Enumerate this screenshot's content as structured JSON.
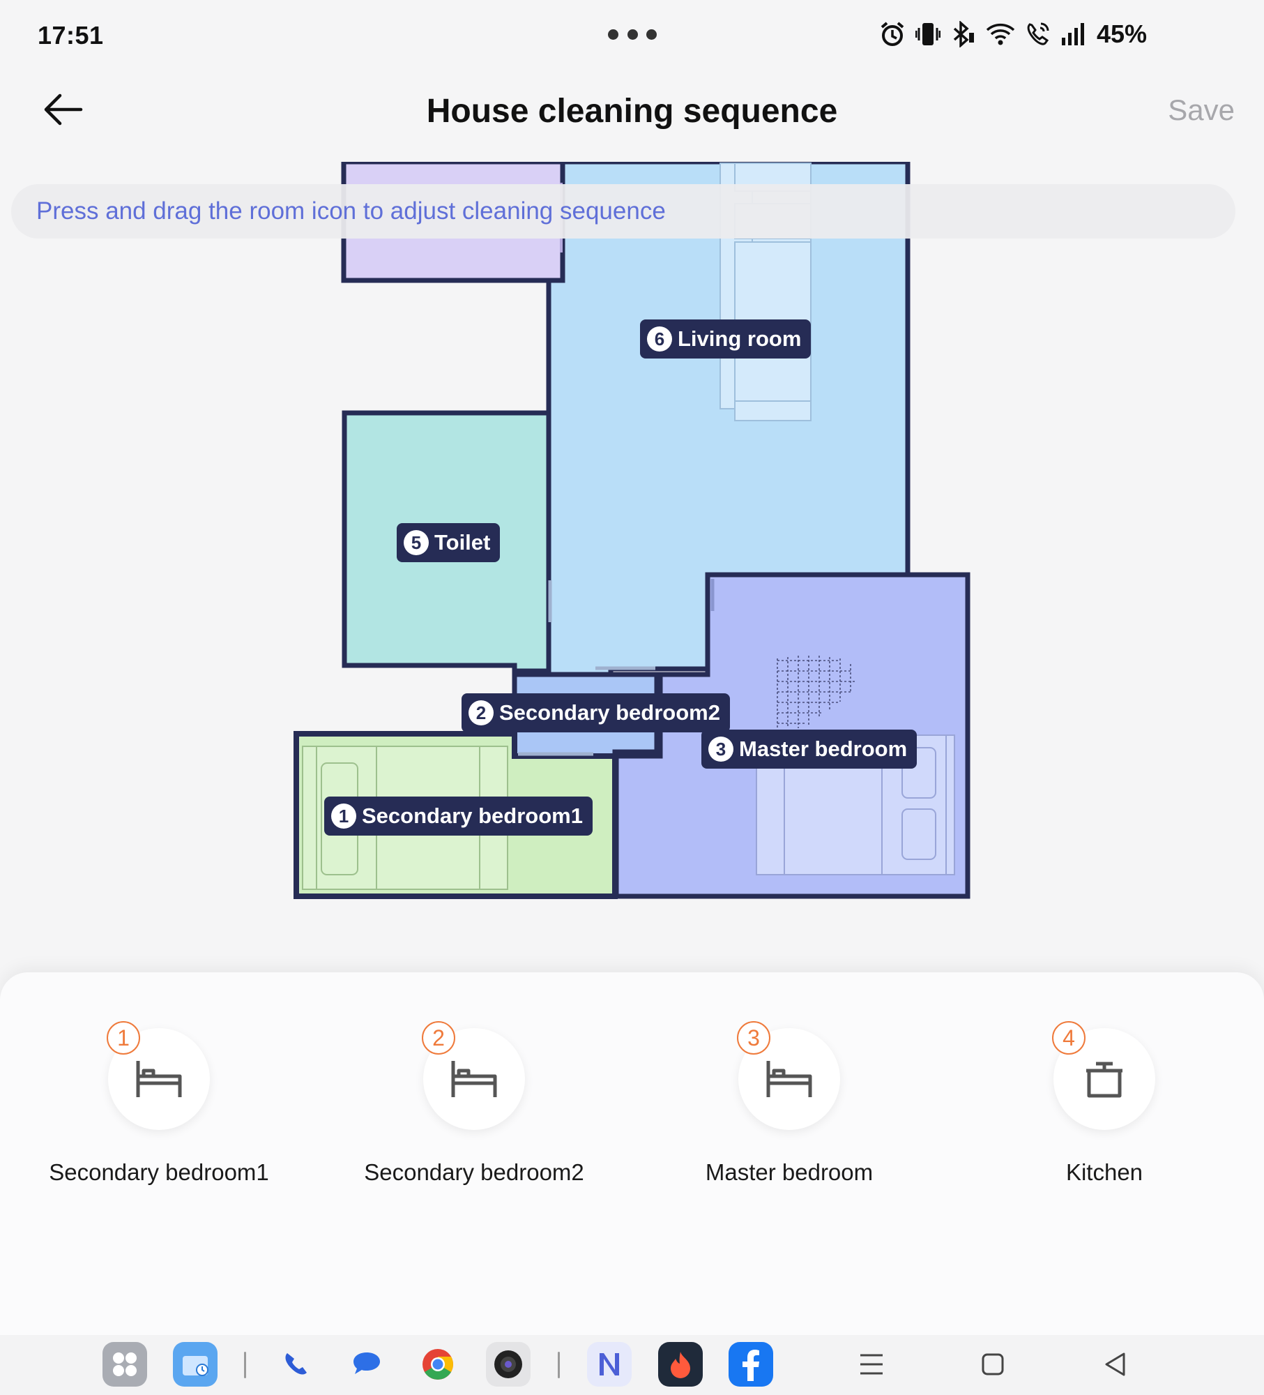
{
  "status_bar": {
    "time": "17:51",
    "battery": "45%",
    "icons": [
      "alarm-icon",
      "vibrate-icon",
      "bluetooth-icon",
      "wifi-icon",
      "wifi-call-icon",
      "signal-icon"
    ]
  },
  "header": {
    "title": "House cleaning sequence",
    "save_label": "Save",
    "back_icon": "back-arrow-icon"
  },
  "hint": "Press and drag the room icon to adjust cleaning sequence",
  "map": {
    "rooms": [
      {
        "order": "6",
        "name": "Living room"
      },
      {
        "order": "5",
        "name": "Toilet"
      },
      {
        "order": "2",
        "name": "Secondary bedroom2"
      },
      {
        "order": "3",
        "name": "Master bedroom"
      },
      {
        "order": "1",
        "name": "Secondary bedroom1"
      }
    ],
    "colors": {
      "wall": "#262c55",
      "living_room": "#b9def8",
      "toilet": "#b2e5e3",
      "storage": "#d9d0f6",
      "master_bedroom": "#b2bdf8",
      "secondary_bedroom2": "#aac6f6",
      "secondary_bedroom1": "#cfeec0"
    }
  },
  "sequence": [
    {
      "order": "1",
      "label": "Secondary bedroom1",
      "icon": "bed-icon"
    },
    {
      "order": "2",
      "label": "Secondary bedroom2",
      "icon": "bed-icon"
    },
    {
      "order": "3",
      "label": "Master bedroom",
      "icon": "bed-icon"
    },
    {
      "order": "4",
      "label": "Kitchen",
      "icon": "pot-icon"
    }
  ],
  "accent_color": "#ef7a3b",
  "dock": {
    "apps": [
      "app-drawer-icon",
      "files-icon",
      "phone-icon",
      "messages-icon",
      "chrome-icon",
      "camera-icon",
      "notion-icon",
      "tinder-icon",
      "facebook-icon"
    ],
    "nav": [
      "menu-nav-icon",
      "home-nav-icon",
      "back-nav-icon"
    ]
  }
}
